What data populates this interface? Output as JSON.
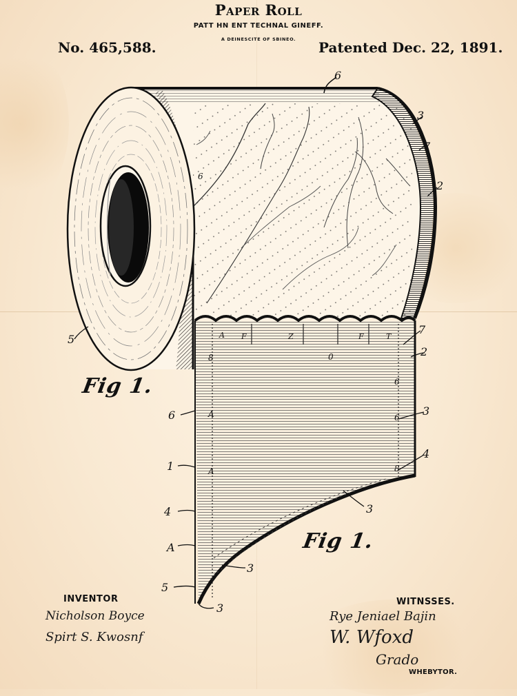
{
  "header": {
    "title": "Paper Roll",
    "subtitle": "PATT HN ENT TECHNAL GINEFF.",
    "subtitle2": "A DEINESCITE OF SBINEO.",
    "patent_number": "No. 465,588.",
    "patent_date": "Patented Dec. 22, 1891."
  },
  "figures": [
    {
      "id": "fig-roll",
      "label": "Fig 1."
    },
    {
      "id": "fig-sheet",
      "label": "Fig 1."
    }
  ],
  "reference_numerals": {
    "roll_top": "6",
    "roll_right": [
      "3",
      "7",
      "2"
    ],
    "roll_left": "5",
    "roll_surface": "6",
    "sheet_right": [
      "7",
      "2",
      "3",
      "4"
    ],
    "sheet_left": [
      "6",
      "1",
      "4",
      "A",
      "5"
    ],
    "sheet_bottom": [
      "3",
      "3",
      "3"
    ]
  },
  "footer": {
    "inventor_label": "INVENTOR",
    "inventor_signatures": [
      "Nicholson Boyce",
      "Spirt S. Kwosnf"
    ],
    "witnesses_label": "WITNSSES.",
    "witness_signatures": [
      "Rye Jeniael Bajin",
      "W. Wfoxd",
      "Grado"
    ],
    "witness_sub_label": "WHEBYTOR."
  },
  "colors": {
    "paper": "#fbeedb",
    "ink": "#111111",
    "fold": "#c8a27a"
  }
}
